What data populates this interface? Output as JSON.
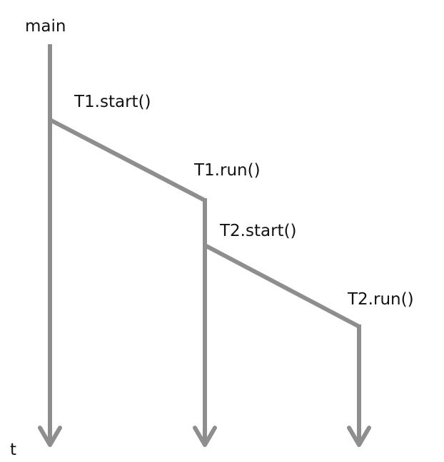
{
  "colors": {
    "line": "#8e8e8e",
    "text": "#111111",
    "background": "#ffffff"
  },
  "labels": {
    "main": "main",
    "time_axis": "t",
    "t1_start": "T1.start()",
    "t1_run": "T1.run()",
    "t2_start": "T2.start()",
    "t2_run": "T2.run()"
  }
}
